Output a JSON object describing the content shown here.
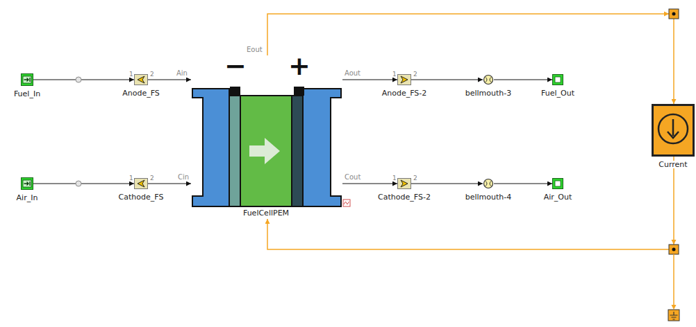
{
  "diagram": {
    "nodes": [
      {
        "text": [
          "Fuel_In"
        ]
      },
      {
        "text": [
          "Anode_FS",
          "1",
          "2"
        ]
      },
      {
        "text": [
          "FuelCellPEM",
          "Eout",
          "−",
          "+",
          "Ain",
          "Aout",
          "Cin",
          "Cout"
        ]
      },
      {
        "text": [
          "Anode_FS-2",
          "1",
          "2"
        ]
      },
      {
        "text": [
          "bellmouth-3"
        ]
      },
      {
        "text": [
          "Fuel_Out"
        ]
      },
      {
        "text": [
          "Current"
        ]
      },
      {
        "text": [
          "Air_In"
        ]
      },
      {
        "text": [
          "Cathode_FS",
          "1",
          "2"
        ]
      },
      {
        "text": [
          "Cathode_FS-2",
          "1",
          "2"
        ]
      },
      {
        "text": [
          "bellmouth-4"
        ]
      },
      {
        "text": [
          "Air_Out"
        ]
      }
    ],
    "edges": [
      {
        "from": 0,
        "to": 1,
        "arrow": "to"
      },
      {
        "from": 1,
        "to": 2,
        "arrow": "to"
      },
      {
        "from": 2,
        "to": 3,
        "arrow": "to"
      },
      {
        "from": 3,
        "to": 4,
        "arrow": "to"
      },
      {
        "from": 4,
        "to": 5,
        "arrow": "to"
      },
      {
        "from": 7,
        "to": 8,
        "arrow": "to"
      },
      {
        "from": 8,
        "to": 2,
        "arrow": "to"
      },
      {
        "from": 2,
        "to": 9,
        "arrow": "to"
      },
      {
        "from": 9,
        "to": 10,
        "arrow": "to"
      },
      {
        "from": 10,
        "to": 11,
        "arrow": "to"
      },
      {
        "from": 2,
        "to": 6,
        "arrow": "to"
      },
      {
        "from": 6,
        "to": 2,
        "arrow": "to"
      }
    ]
  }
}
